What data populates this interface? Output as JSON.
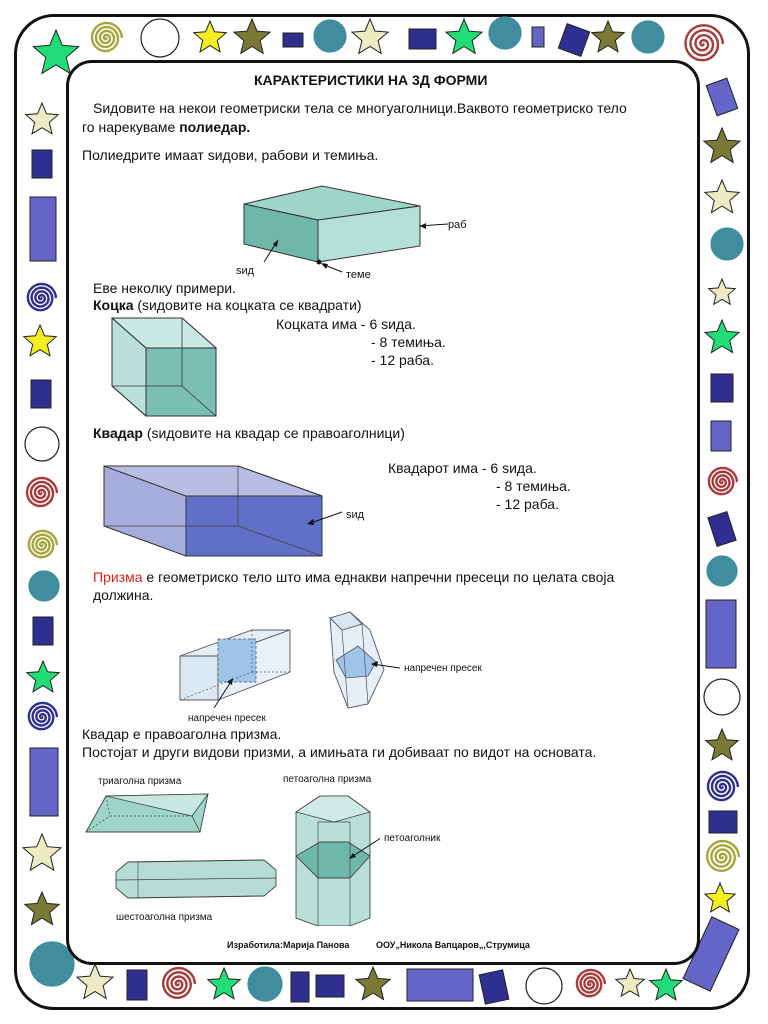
{
  "title": "КАРАКТЕРИСТИКИ НА 3Д ФОРМИ",
  "intro": {
    "line1": "Ѕидовите на некои геометриски тела се многуаголници.Ваквото геометриско тело",
    "line2_prefix": "го нарекуваме ",
    "line2_bold": "полиедар."
  },
  "polyhedron_parts": "Полиедрите имаат ѕидови, рабови и темиња.",
  "diagram1_labels": {
    "edge": "раб",
    "face": "ѕид",
    "vertex": "теме"
  },
  "examples_intro": "Еве неколку примери.",
  "cube": {
    "name": "Коцка",
    "desc": " (ѕидовите на коцката се квадрати)",
    "has": "Коцката има - 6 ѕида.",
    "vertices": "- 8 темиња.",
    "edges": "- 12 раба."
  },
  "cuboid": {
    "name": "Квадар",
    "desc": " (ѕидовите на квадар се правоаголници)",
    "has": "Квадарот има  - 6 ѕида.",
    "vertices": "- 8 темиња.",
    "edges": "- 12 раба.",
    "face_label": "ѕид"
  },
  "prism": {
    "word": "Призма",
    "def_rest": " е геометриско тело што има еднакви напречни пресеци по целата своја",
    "def_line2": "должина.",
    "cross_section_label_1": "напречен пресек",
    "cross_section_label_2": "напречен пресек"
  },
  "cuboid_prism": "Квадар е правоаголна призма.",
  "other_prisms": "Постојат и други видови призми, а имињата ги добиваат по видот на основата.",
  "prism_types": {
    "triangular": "триаголна призма",
    "pentagonal": "петоаголна призма",
    "pentagon": "петоаголник",
    "hexagonal": "шестоаголна призма"
  },
  "footer": {
    "author": "Изработила:Марија Панова",
    "school": "ООУ„Никола Вапцаров„,Струмица"
  },
  "colors": {
    "teal": "#7bbfb4",
    "teal_dark": "#5aa79c",
    "blue_face": "#6070c8",
    "blue_light": "#a6acdc",
    "star_green": "#22dd77",
    "star_yellow": "#f2ee22",
    "star_olive": "#7a7a36",
    "star_cream": "#ecebc4",
    "navy": "#2f2f8f",
    "periwinkle": "#6465c6",
    "spiral_red": "#a83a3a",
    "spiral_olive": "#a6a63e",
    "circle_teal": "#3f8d9e",
    "prism_blue": "#dbe8f3",
    "section_blue": "#9ec5e8"
  },
  "border_icons": [
    "star-icon",
    "spiral-icon",
    "circle-icon",
    "square-icon"
  ]
}
